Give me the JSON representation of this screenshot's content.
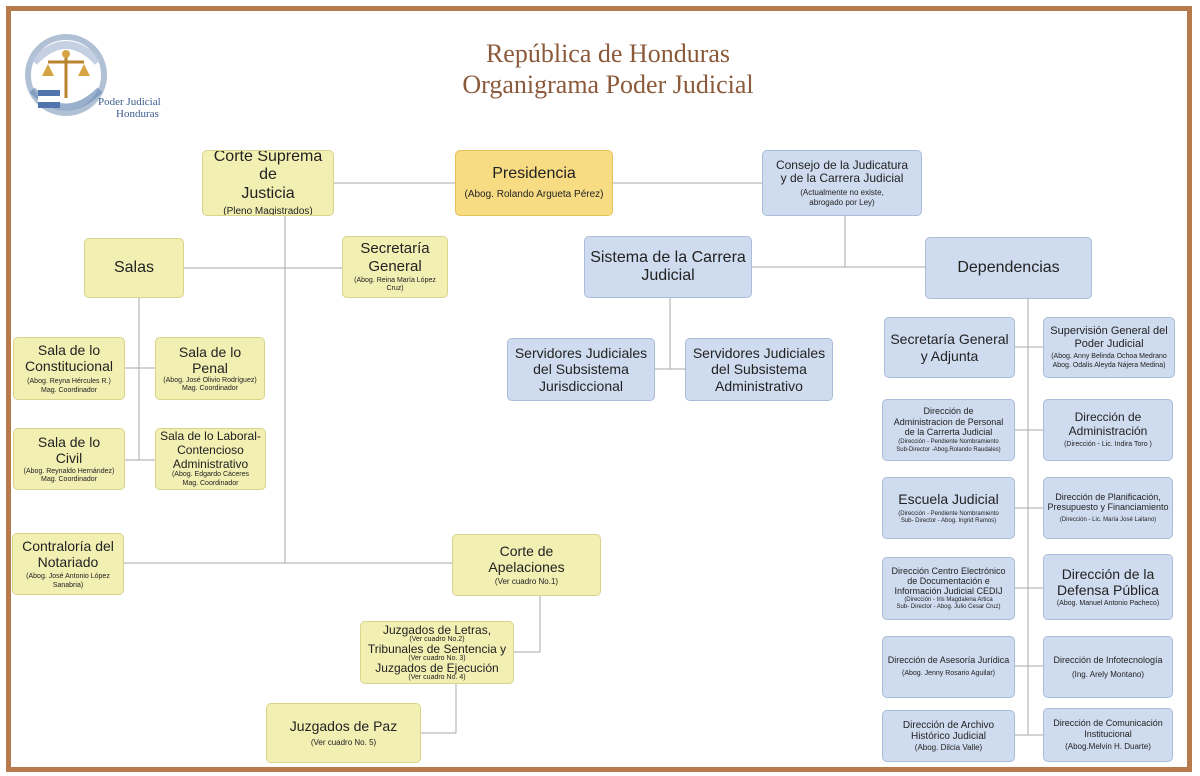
{
  "header": {
    "title_line1": "República de Honduras",
    "title_line2": "Organigrama Poder Judicial",
    "logo_text1": "Poder Judicial",
    "logo_text2": "Honduras"
  },
  "colors": {
    "border": "#b87a4b",
    "title": "#8b5a3a",
    "yellow": "#f2efb3",
    "orange": "#f8dc83",
    "blue": "#cfdcef",
    "line": "#a8a8a8"
  },
  "nodes": {
    "corte": {
      "t1": "Corte Suprema de",
      "t2": "Justicia",
      "s1": "(Pleno Magistrados)"
    },
    "presidencia": {
      "t1": "Presidencia",
      "s1": "(Abog. Rolando Argueta Pérez)"
    },
    "consejo": {
      "t1": "Consejo de la Judicatura",
      "t2": "y de la Carrera Judicial",
      "s1": "(Actualmente no existe,",
      "s2": "abrogado por Ley)"
    },
    "salas": {
      "t1": "Salas"
    },
    "secretaria": {
      "t1": "Secretaría",
      "t2": "General",
      "s1": "(Abog. Reina María López Cruz)"
    },
    "sistema": {
      "t1": "Sistema de la Carrera",
      "t2": "Judicial"
    },
    "dependencias": {
      "t1": "Dependencias"
    },
    "sala_const": {
      "t1": "Sala de lo",
      "t2": "Constitucional",
      "s1": "(Abog. Reyna Hércules R.)",
      "s2": "Mag. Coordinador"
    },
    "sala_penal": {
      "t1": "Sala de lo",
      "t2": "Penal",
      "s1": "(Abog. José Olivio Rodríguez)",
      "s2": "Mag. Coordinador"
    },
    "sala_civil": {
      "t1": "Sala de lo",
      "t2": "Civil",
      "s1": "(Abog. Reynaldo Hernández)",
      "s2": "Mag. Coordinador"
    },
    "sala_laboral": {
      "t1": "Sala de lo Laboral-",
      "t2": "Contencioso",
      "t3": "Administrativo",
      "s1": "(Abog. Edgardo Cáceres",
      "s2": "Mag. Coordinador"
    },
    "serv_juris": {
      "t1": "Servidores Judiciales",
      "t2": "del Subsistema",
      "t3": "Jurisdiccional"
    },
    "serv_admin": {
      "t1": "Servidores Judiciales",
      "t2": "del Subsistema",
      "t3": "Administrativo"
    },
    "contraloria": {
      "t1": "Contraloría del",
      "t2": "Notariado",
      "s1": "(Abog. José Antonio López Sanabria)"
    },
    "apelaciones": {
      "t1": "Corte de",
      "t2": "Apelaciones",
      "s1": "(Ver cuadro No.1)"
    },
    "juzgados_letras": {
      "t1": "Juzgados de Letras,",
      "s1": "(Ver cuadro No.2)",
      "t2": "Tribunales de Sentencia y",
      "s2": "(Ver cuadro No. 3)",
      "t3": "Juzgados de Ejecución",
      "s3": "(Ver cuadro No. 4)"
    },
    "juzgados_paz": {
      "t1": "Juzgados de Paz",
      "s1": "(Ver cuadro No. 5)"
    },
    "sec_general_adj": {
      "t1": "Secretaría General",
      "t2": "y Adjunta"
    },
    "supervision": {
      "t1": "Supervisión General del",
      "t2": "Poder Judicial",
      "s1": "(Abog. Anny Belinda Ochoa Medrano",
      "s2": "Abog. Odalis Aleyda Nájera Medina)"
    },
    "dir_personal": {
      "t1": "Dirección de",
      "t2": "Administracion de Personal",
      "t3": "de la Carrerta Judicial",
      "s1": "(Dirección - Pendiente Nombramiento",
      "s2": "Sub-Director -Abog.Rolando Raudales)"
    },
    "dir_admin": {
      "t1": "Dirección de",
      "t2": "Administración",
      "s1": "(Dirección - Lic. Indira Toro )"
    },
    "escuela": {
      "t1": "Escuela Judicial",
      "s1": "(Dirección - Pendiente Nombramiento",
      "s2": "Sub- Director - Abog. Ingrid Ramos)"
    },
    "dir_planif": {
      "t1": "Dirección de Planificación,",
      "t2": "Presupuesto y Financiamiento",
      "s1": "(Dirección - Lic. María José Laitano)"
    },
    "cedij": {
      "t1": "Dirección Centro Electrónico",
      "t2": "de Documentación e",
      "t3": "Información Judicial CEDIJ",
      "s1": "(Dirección - Iris Magdalena Artica",
      "s2": "Sub- Director - Abog. Julio Cesar Cruz)"
    },
    "defensa": {
      "t1": "Dirección de la",
      "t2": "Defensa Pública",
      "s1": "(Abog. Manuel Antonio Pacheco)"
    },
    "asesoria": {
      "t1": "Dirección de Asesoría Jurídica",
      "s1": "(Abog. Jenny Rosario Aguilar)"
    },
    "infotec": {
      "t1": "Dirección de Infotecnología",
      "s1": "(Ing. Arely Montano)"
    },
    "archivo": {
      "t1": "Dirección de Archivo",
      "t2": "Histórico Judicial",
      "s1": "(Abog. Dilcia Valle)"
    },
    "comunicacion": {
      "t1": "Dirección de Comunicación",
      "t2": "Institucional",
      "s1": "(Abog.Melvin H. Duarte)"
    }
  }
}
